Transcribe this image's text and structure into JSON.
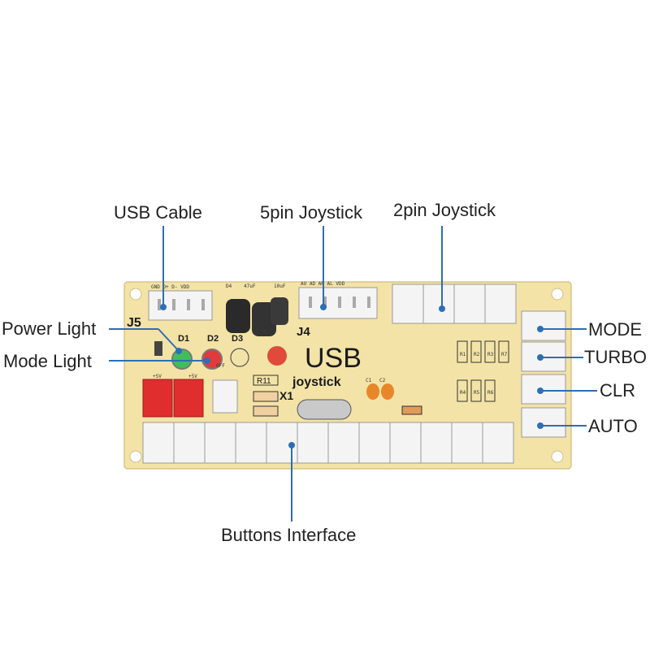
{
  "callouts": {
    "usb_cable": "USB Cable",
    "joystick_5pin": "5pin Joystick",
    "joystick_2pin": "2pin Joystick",
    "power_light": "Power Light",
    "mode_light": "Mode Light",
    "mode": "MODE",
    "turbo": "TURBO",
    "clr": "CLR",
    "auto": "AUTO",
    "buttons_interface": "Buttons Interface"
  },
  "board": {
    "title": "USB",
    "subtitle": "joystick",
    "j5": "J5",
    "j4": "J4",
    "d1": "D1",
    "d2": "D2",
    "d3": "D3",
    "x1": "X1",
    "r11": "R11",
    "c1": "C1",
    "c2": "C2",
    "plus5v_a": "+5V",
    "plus5v_b": "+5V",
    "off": "OFF",
    "j5_pins": "GND D+ D- VDD",
    "j4_pins": "AU AD AR AL VDD",
    "cap_a": "47uF",
    "cap_b": "10uF",
    "d4": "D4",
    "r1": "R1",
    "r2": "R2",
    "r3": "R3",
    "r4": "R4",
    "r5": "R5",
    "r6": "R6",
    "r7": "R7"
  },
  "colors": {
    "board": "#f3e3a6",
    "connector": "#f4f4f4",
    "red_connector": "#e02d2d",
    "callout_line": "#2d6fb5",
    "led_green": "#3fbf5a",
    "led_red": "#e23a3a"
  }
}
